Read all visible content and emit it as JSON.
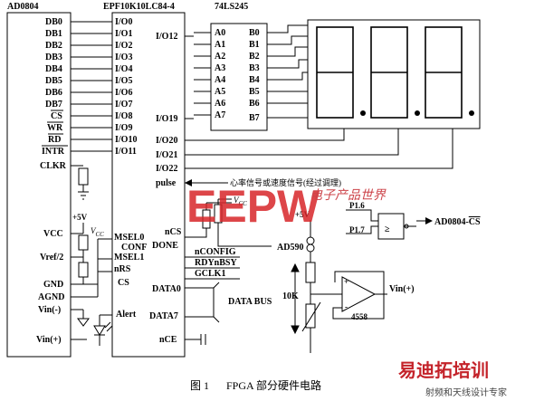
{
  "chips": {
    "adc": "AD0804",
    "fpga": "EPF10K10LC84-4",
    "buffer": "74LS245",
    "opamp": "4558",
    "sensor": "AD590"
  },
  "adc_pins": {
    "data": [
      "DB0",
      "DB1",
      "DB2",
      "DB3",
      "DB4",
      "DB5",
      "DB6",
      "DB7"
    ],
    "ctrl": [
      "CS",
      "WR",
      "RD",
      "INTR"
    ],
    "clkr": "CLKR",
    "vcc": "VCC",
    "vref": "Vref/2",
    "gnd": "GND",
    "agnd": "AGND",
    "vin_minus": "Vin(-)",
    "vin_plus": "Vin(+)"
  },
  "fpga_pins": {
    "io_left": [
      "I/O0",
      "I/O1",
      "I/O2",
      "I/O3",
      "I/O4",
      "I/O5",
      "I/O6",
      "I/O7",
      "I/O8",
      "I/O9",
      "I/O10",
      "I/O11"
    ],
    "io12": "I/O12",
    "io19": "I/O19",
    "io20": "I/O20",
    "io21": "I/O21",
    "io22": "I/O22",
    "pulse": "pulse",
    "ncs": "nCS",
    "done": "DONE",
    "data0": "DATA0",
    "data7": "DATA7",
    "nce": "nCE",
    "msel0": "MSEL0",
    "conf": "CONF",
    "msel1": "MSEL1",
    "nrs": "nRS",
    "cs": "CS",
    "alert": "Alert",
    "vcc": "V",
    "vcc_sub": "CC"
  },
  "buffer_pins": {
    "a": [
      "A0",
      "A1",
      "A2",
      "A3",
      "A4",
      "A5",
      "A6",
      "A7"
    ],
    "b": [
      "B0",
      "B1",
      "B2",
      "B3",
      "B4",
      "B5",
      "B6",
      "B7"
    ]
  },
  "labels": {
    "plus5v_left": "+5V",
    "plus5v_right": "+5V",
    "pulse_note": "心率信号或速度信号(经过调理)",
    "vcc_top": "V",
    "vcc_top_sub": "CC",
    "nconfig": "nCONFIG",
    "rdynbsy": "RDYnBSY",
    "gclk1": "GCLK1",
    "data_bus": "DATA BUS",
    "p16": "P1.6",
    "p17": "P1.7",
    "adc_cs_out": "AD0804-",
    "adc_cs_bar": "CS",
    "ten_k": "10K",
    "vin_plus_out": "Vin(+)",
    "ge": "≥",
    "amp_plus": "+",
    "amp_minus": "-"
  },
  "caption": {
    "fig": "图 1",
    "title": "FPGA 部分硬件电路"
  },
  "watermarks": {
    "eepw": "EEPW",
    "eepw_cn": "电子产品世界",
    "eetc_cn": "易迪拓培训",
    "eetc_sub": "射频和天线设计专家"
  }
}
